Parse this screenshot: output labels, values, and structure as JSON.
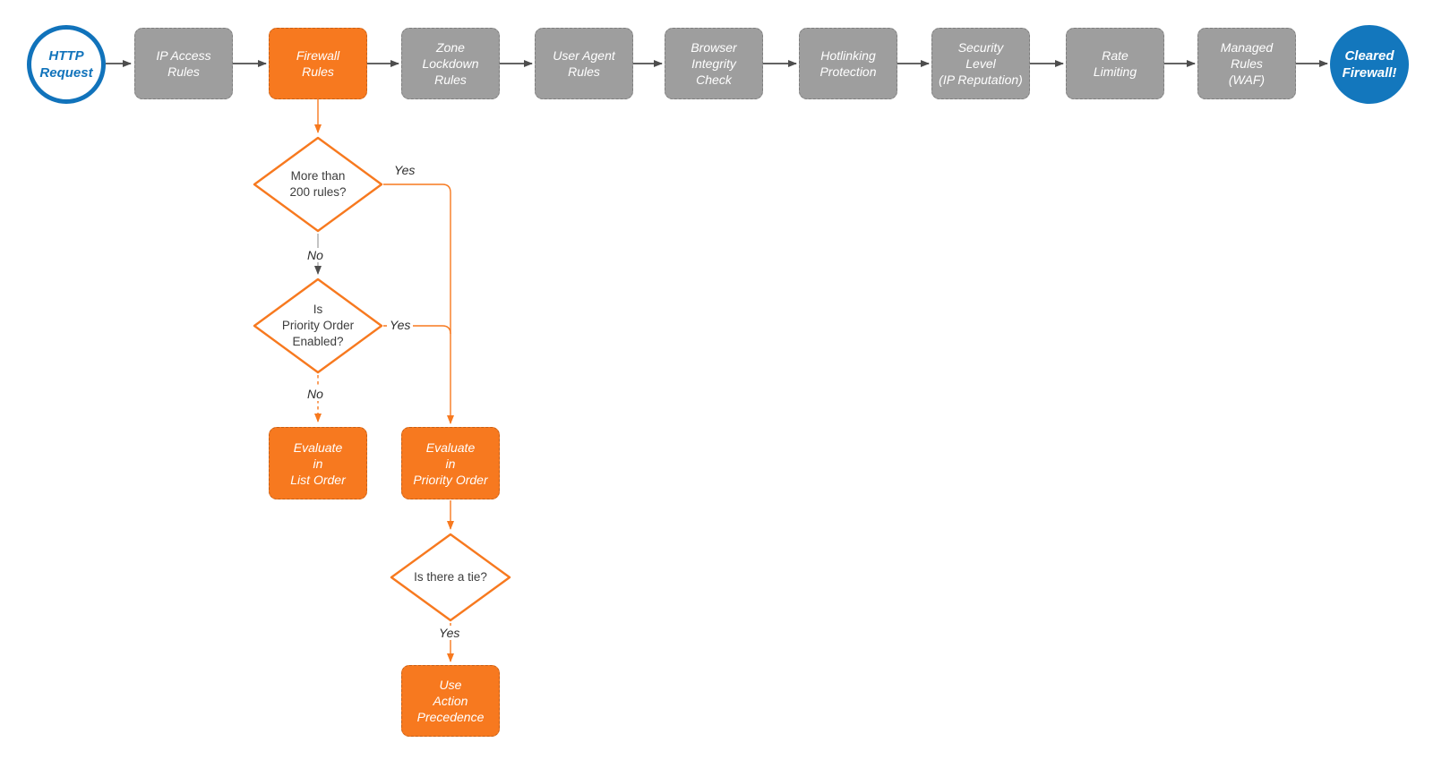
{
  "colors": {
    "orange": "#F7791F",
    "grey": "#9E9E9E",
    "blue": "#1377BD",
    "blue-stroke": "#1173BB",
    "arrow-grey": "#4D4D4D",
    "line-grey": "#ABABAB",
    "text-dark": "#3D3D3D",
    "label-dark": "#2D2D2D"
  },
  "pipeline": {
    "start": {
      "label": "HTTP\nRequest"
    },
    "stages": [
      {
        "label": "IP Access\nRules"
      },
      {
        "label": "Firewall\nRules"
      },
      {
        "label": "Zone\nLockdown\nRules"
      },
      {
        "label": "User Agent\nRules"
      },
      {
        "label": "Browser\nIntegrity\nCheck"
      },
      {
        "label": "Hotlinking\nProtection"
      },
      {
        "label": "Security\nLevel\n(IP Reputation)"
      },
      {
        "label": "Rate\nLimiting"
      },
      {
        "label": "Managed\nRules\n(WAF)"
      }
    ],
    "end": {
      "label": "Cleared\nFirewall!"
    }
  },
  "decisions": [
    {
      "label": "More than\n200 rules?",
      "yes": "Yes",
      "no": "No"
    },
    {
      "label": "Is\nPriority Order\nEnabled?",
      "yes": "Yes",
      "no": "No"
    },
    {
      "label": "Is there a tie?",
      "yes": "Yes"
    }
  ],
  "actions": {
    "list_order": "Evaluate\nin\nList Order",
    "priority_order": "Evaluate\nin\nPriority Order",
    "action_precedence": "Use\nAction\nPrecedence"
  }
}
